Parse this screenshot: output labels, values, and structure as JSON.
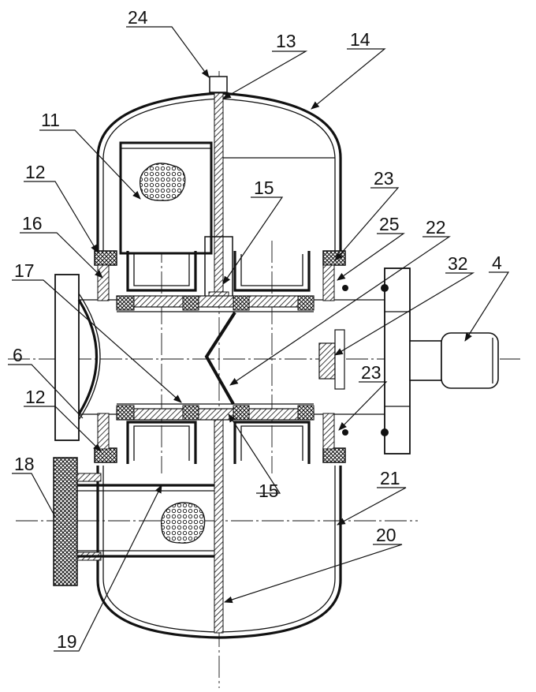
{
  "labels": {
    "l4": "4",
    "l6": "6",
    "l11": "11",
    "l12a": "12",
    "l12b": "12",
    "l13": "13",
    "l14": "14",
    "l15a": "15",
    "l15b": "15",
    "l16": "16",
    "l17": "17",
    "l18": "18",
    "l19": "19",
    "l20": "20",
    "l21": "21",
    "l22": "22",
    "l23a": "23",
    "l23b": "23",
    "l24": "24",
    "l25": "25",
    "l32": "32"
  }
}
